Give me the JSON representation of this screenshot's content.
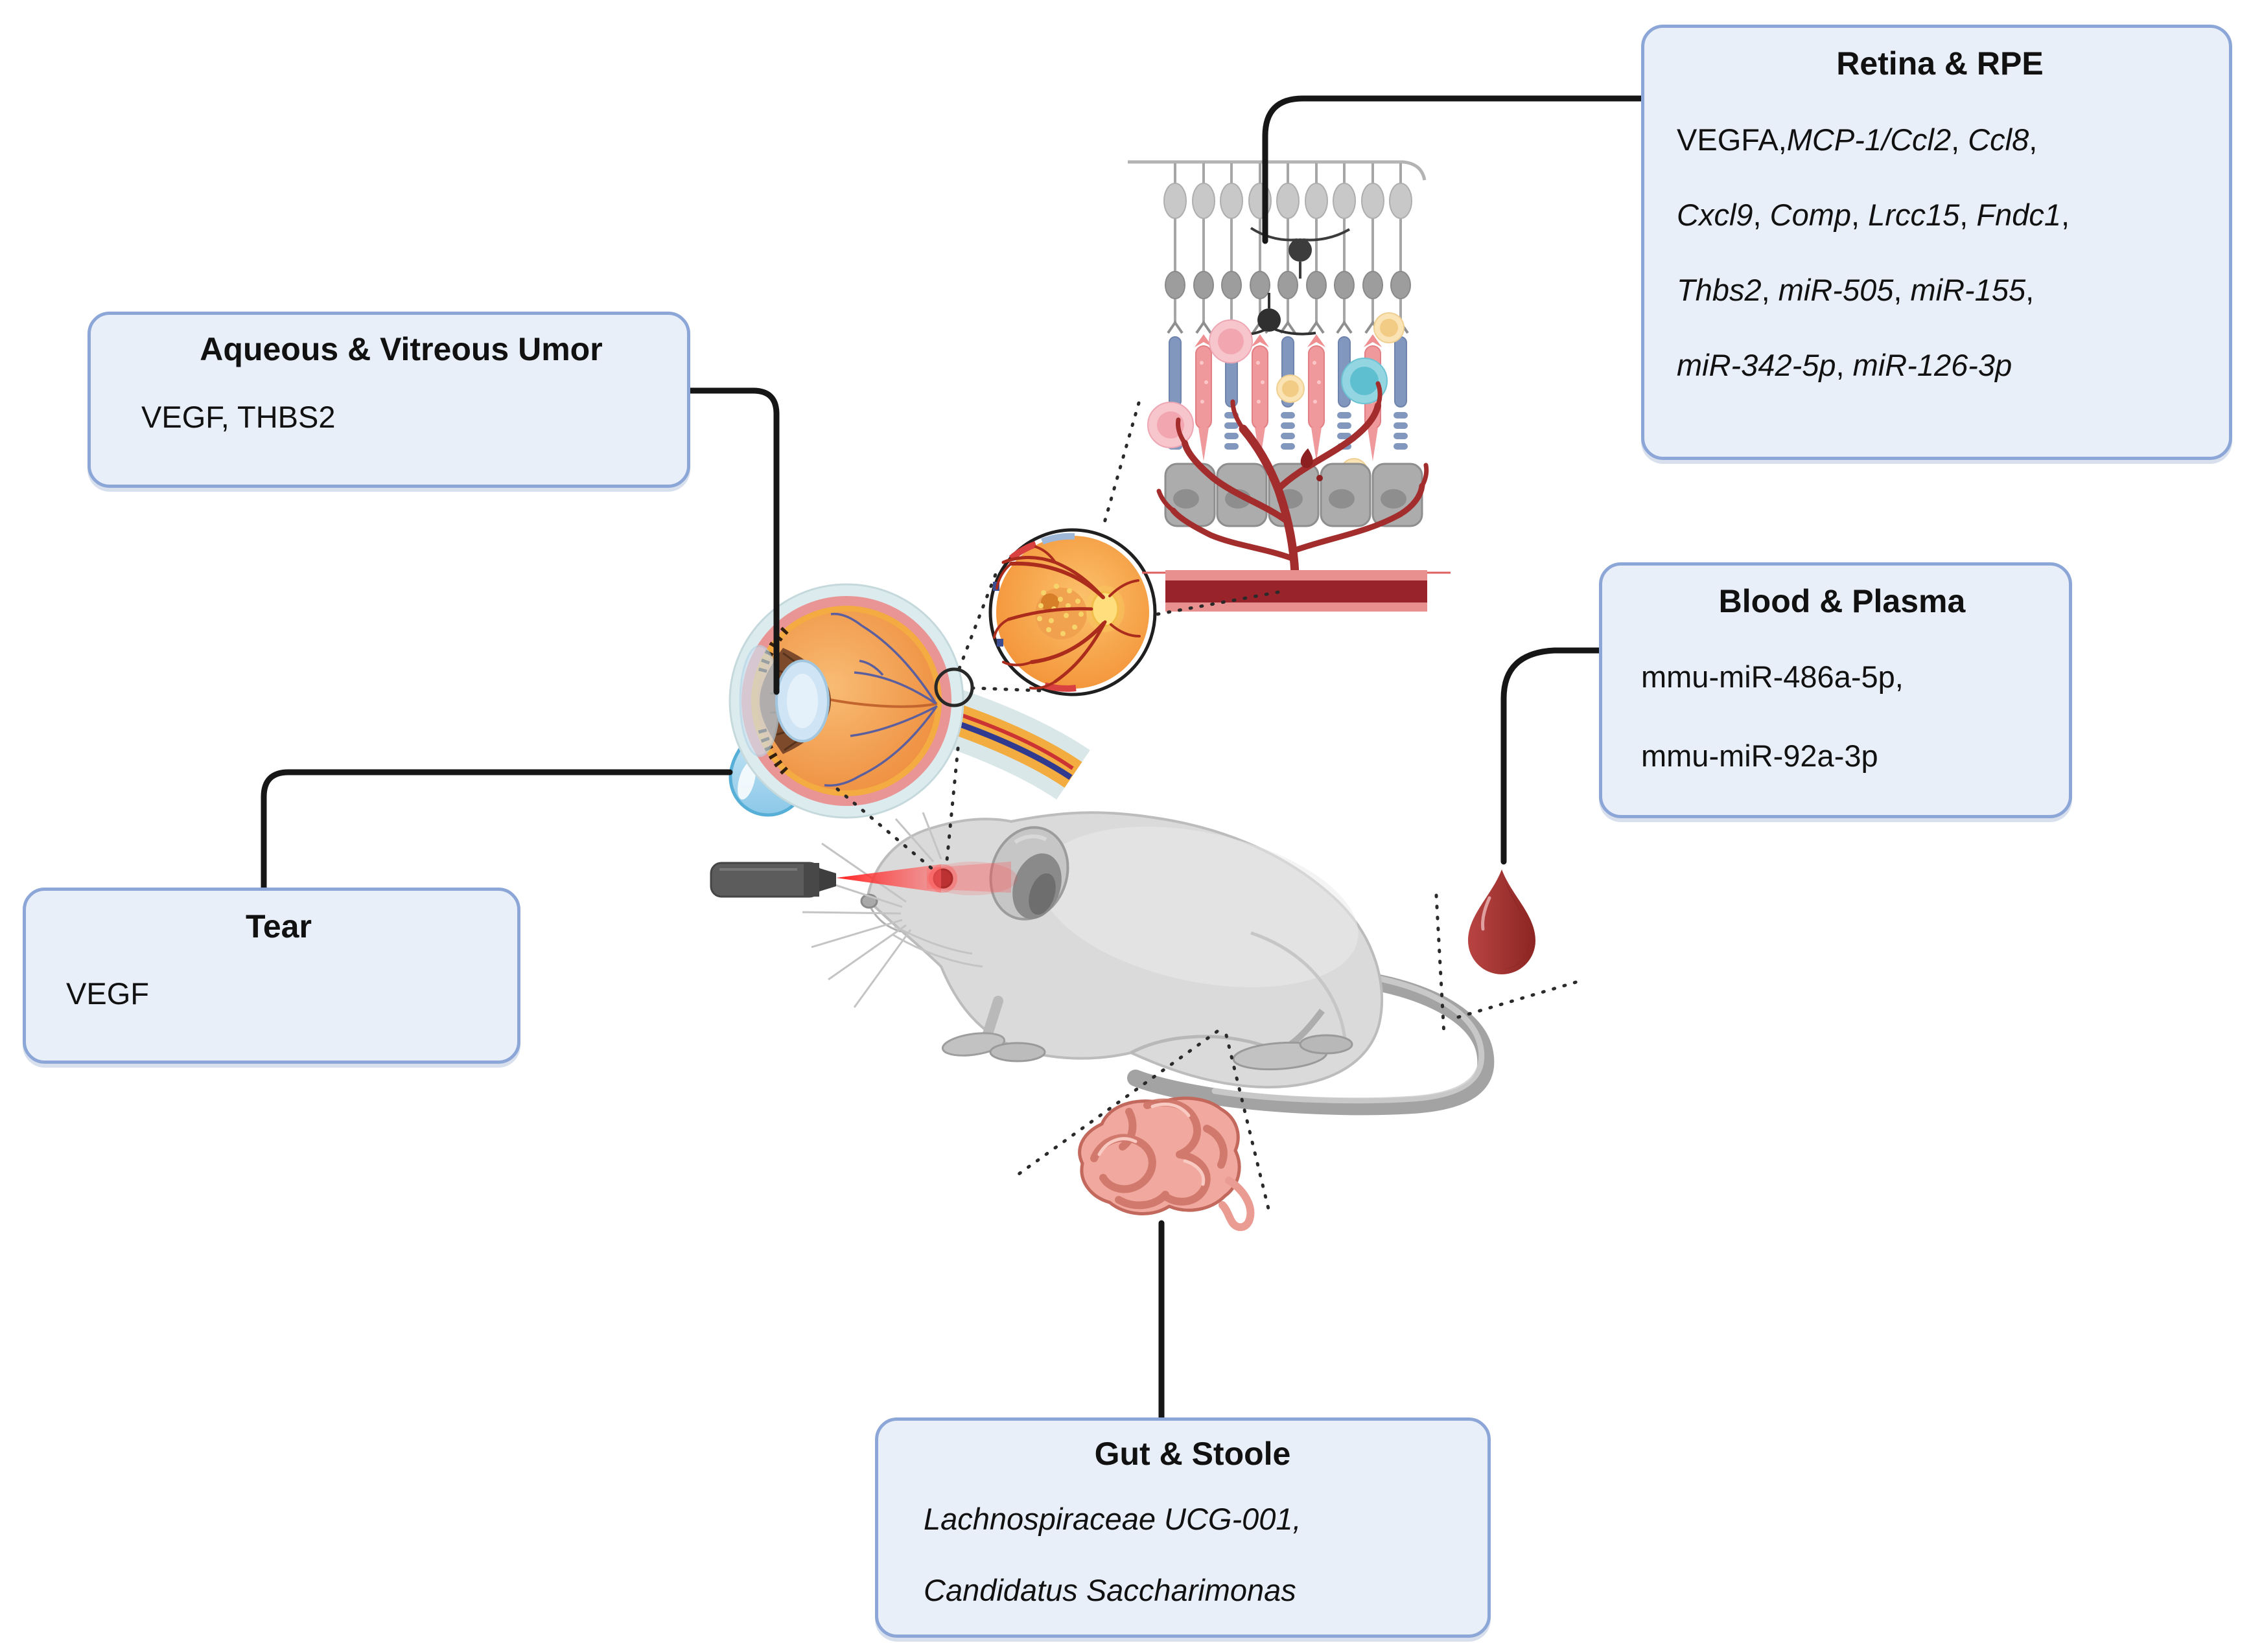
{
  "figure": {
    "boxes": {
      "retina_rpe": {
        "title": "Retina & RPE",
        "lines": [
          [
            {
              "t": "VEGFA,",
              "i": false
            },
            {
              "t": "MCP-1/Ccl2",
              "i": true
            },
            {
              "t": ", ",
              "i": false
            },
            {
              "t": "Ccl8",
              "i": true
            },
            {
              "t": ",",
              "i": false
            }
          ],
          [
            {
              "t": "Cxcl9",
              "i": true
            },
            {
              "t": ", ",
              "i": false
            },
            {
              "t": "Comp",
              "i": true
            },
            {
              "t": ", ",
              "i": false
            },
            {
              "t": "Lrcc15",
              "i": true
            },
            {
              "t": ", ",
              "i": false
            },
            {
              "t": "Fndc1",
              "i": true
            },
            {
              "t": ",",
              "i": false
            }
          ],
          [
            {
              "t": "Thbs2",
              "i": true
            },
            {
              "t": ", ",
              "i": false
            },
            {
              "t": "miR-505",
              "i": true
            },
            {
              "t": ", ",
              "i": false
            },
            {
              "t": "miR-155",
              "i": true
            },
            {
              "t": ",",
              "i": false
            }
          ],
          [
            {
              "t": "miR-342-5p",
              "i": true
            },
            {
              "t": ", ",
              "i": false
            },
            {
              "t": "miR-126-3p",
              "i": true
            }
          ]
        ]
      },
      "aqueous_vitreous": {
        "title": "Aqueous & Vitreous Umor",
        "lines": [
          [
            {
              "t": "VEGF, THBS2",
              "i": false
            }
          ]
        ]
      },
      "tear": {
        "title": "Tear",
        "lines": [
          [
            {
              "t": "VEGF",
              "i": false
            }
          ]
        ]
      },
      "blood_plasma": {
        "title": "Blood & Plasma",
        "lines": [
          [
            {
              "t": "mmu-miR-486a-5p,",
              "i": false
            }
          ],
          [
            {
              "t": "mmu-miR-92a-3p",
              "i": false
            }
          ]
        ]
      },
      "gut_stoole": {
        "title": "Gut & Stoole",
        "lines": [
          [
            {
              "t": "Lachnospiraceae UCG-001,",
              "i": true
            }
          ],
          [
            {
              "t": "Candidatus Saccharimonas",
              "i": true
            }
          ]
        ]
      }
    },
    "illustrations": [
      "retina-histology-illustration",
      "fundus-illustration",
      "eye-cross-section-illustration",
      "tear-drop-icon",
      "blood-drop-icon",
      "laser-pointer-icon",
      "laser-beam",
      "mouse-illustration",
      "intestine-icon"
    ],
    "colors": {
      "box-fill": "#e9eff9",
      "box-border": "#8ca7d7",
      "text": "#111111",
      "connector": "#161616",
      "tear-blue": "#9fd0e8",
      "blood-red": "#a93937",
      "laser-red": "#ff2020",
      "mouse-gray": "#dadada",
      "gut-pink": "#f1a89f",
      "eye-orange": "#ef8c3c",
      "fundus-orange": "#f28a2e"
    }
  }
}
